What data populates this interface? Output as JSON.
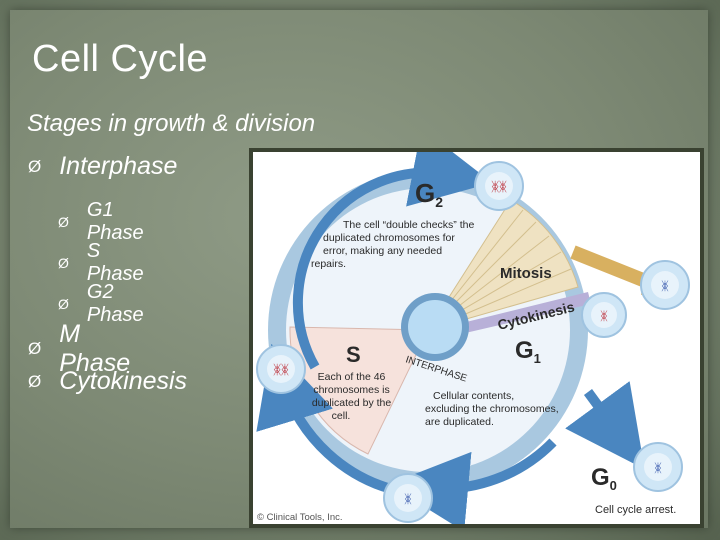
{
  "slide": {
    "title": "Cell Cycle",
    "subtitle": "Stages in growth & division",
    "bullets": [
      {
        "label": "Interphase",
        "level": 1
      },
      {
        "label": "G1  Phase",
        "level": 2
      },
      {
        "label": "S Phase",
        "level": 2
      },
      {
        "label": "G2 Phase",
        "level": 2
      },
      {
        "label": "M Phase",
        "level": 1
      },
      {
        "label": "Cytokinesis",
        "level": 1
      }
    ],
    "bullet_glyph": "Ø"
  },
  "diagram": {
    "g2_label": "G",
    "g2_sub": "2",
    "g2_text": [
      "The cell “double checks” the",
      "duplicated chromosomes for",
      "error, making any needed",
      "repairs."
    ],
    "mitosis": "Mitosis",
    "cytokinesis": "Cytokinesis",
    "s_label": "S",
    "s_text": [
      "Each of the 46",
      "chromosomes is",
      "duplicated by the",
      "cell."
    ],
    "g1_label": "G",
    "g1_sub": "1",
    "interphase": "INTERPHASE",
    "g1_text": [
      "Cellular contents,",
      "excluding the chromosomes,",
      "are duplicated."
    ],
    "g0_label": "G",
    "g0_sub": "0",
    "g0_text": "Cell cycle arrest.",
    "copyright": "© Clinical Tools, Inc.",
    "colors": {
      "ring": "#a9c8e0",
      "ring_dark": "#6f9fc8",
      "arrow": "#4a86c0",
      "g2_fill": "#eef4fa",
      "mitosis_fill": "#efe2c2",
      "s_fill": "#f6e2dc",
      "cytokinesis_band": "#b8b0d8",
      "nucleus": "#b9dcf4"
    }
  }
}
